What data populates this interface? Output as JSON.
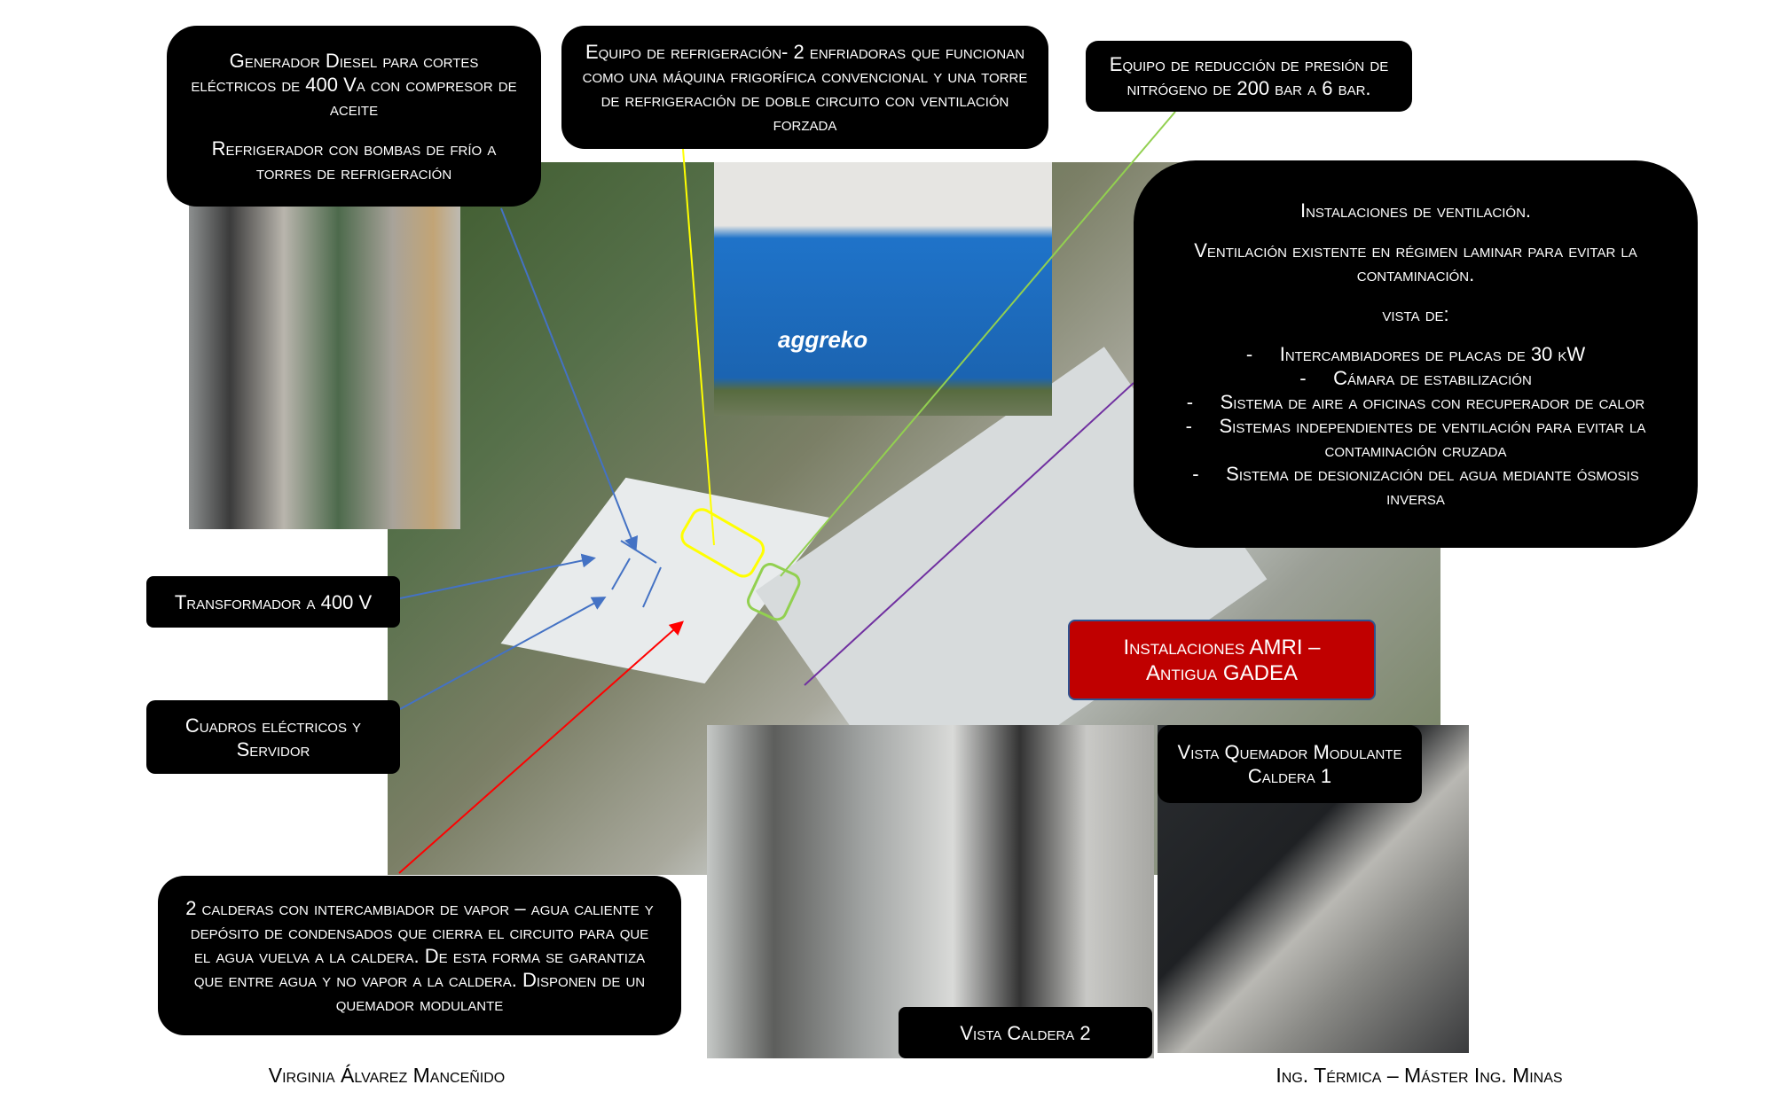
{
  "boxes": {
    "generator": {
      "line1": "Generador Diesel para cortes eléctricos de 400 Va con compresor de aceite",
      "line2": "Refrigerador con bombas de frío a torres de refrigeración"
    },
    "refrigeration": {
      "text": "Equipo de refrigeración- 2 enfriadoras que funcionan como una máquina frigorífica convencional y una torre de refrigeración de doble circuito con ventilación forzada"
    },
    "nitrogen": {
      "text": "Equipo de reducción de presión de nitrógeno de 200 bar a 6 bar."
    },
    "ventilation": {
      "title": "Instalaciones de ventilación.",
      "subtitle": "Ventilación existente en régimen laminar para evitar la contaminación.",
      "view_label": "vista de:",
      "items": [
        "Intercambiadores de placas de 30 kW",
        "Cámara de estabilización",
        "Sistema de aire a oficinas con recuperador de calor",
        "Sistemas independientes de ventilación para evitar la contaminación cruzada",
        "Sistema de desionización del agua mediante ósmosis inversa"
      ]
    },
    "transformer": {
      "text": "Transformador a 400 V"
    },
    "panels": {
      "text": "Cuadros eléctricos y Servidor"
    },
    "boilers": {
      "text": "2 calderas con intercambiador de vapor – agua caliente y depósito de condensados que cierra el circuito para que el agua vuelva a la caldera. De esta forma se garantiza que entre agua y no vapor a la caldera. Disponen de un quemador modulante"
    },
    "burner_view": {
      "text": "Vista Quemador Modulante Caldera 1"
    },
    "boiler2_view": {
      "text": "Vista Caldera 2"
    }
  },
  "site_label": {
    "line1": "Instalaciones AMRI –",
    "line2": "Antigua GADEA"
  },
  "photo_logo": "aggreko",
  "footer": {
    "left": "Virginia Álvarez Manceñido",
    "right": "Ing. Térmica – Máster Ing. Minas"
  },
  "colors": {
    "accent_red": "#c00000",
    "box_bg": "#000000"
  }
}
